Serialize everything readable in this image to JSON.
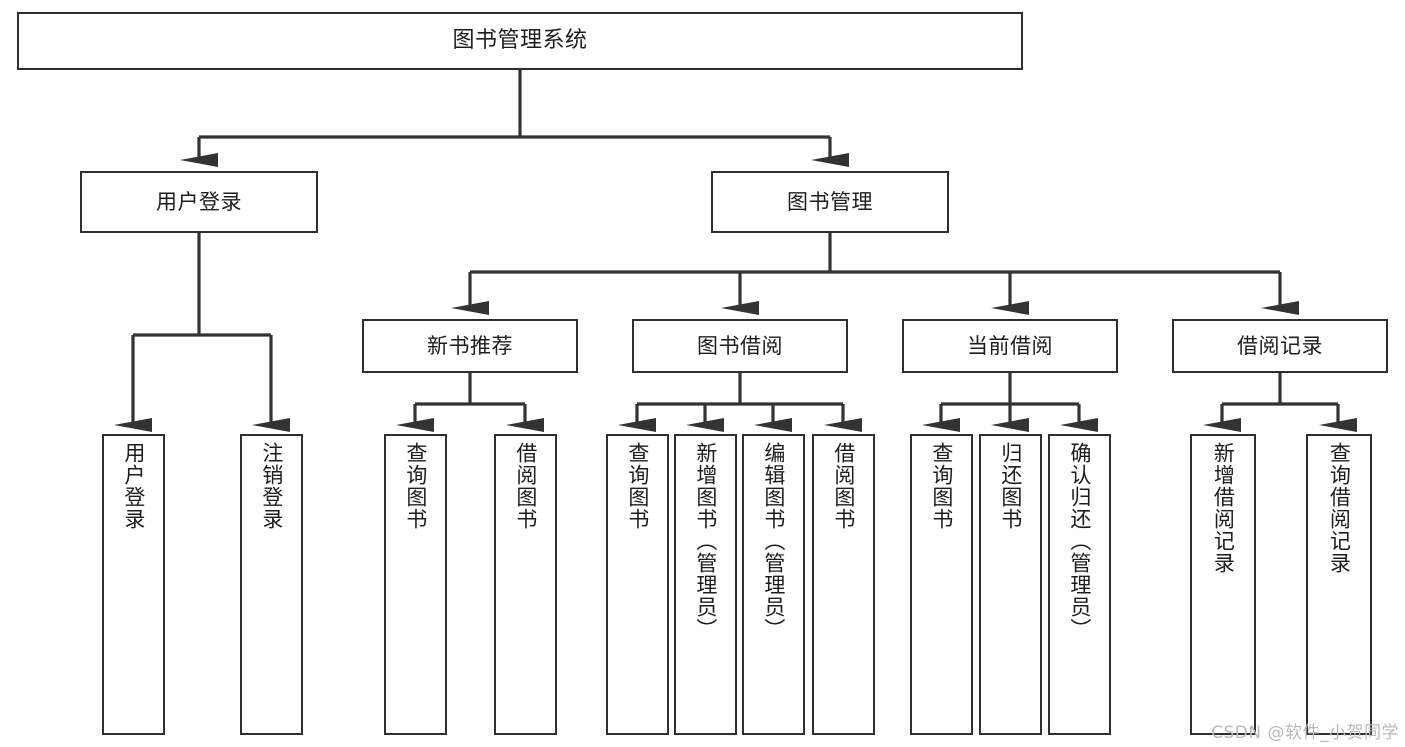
{
  "diagram": {
    "title": "图书管理系统",
    "type": "tree",
    "watermark": "CSDN @软件_小贺同学",
    "colors": {
      "background": "#ffffff",
      "box_stroke": "#2f2f2f",
      "box_fill": "#ffffff",
      "edge_stroke": "#333333",
      "text": "#1d1d1d",
      "watermark": "#b9b9b9"
    },
    "nodes": {
      "root": {
        "label": "图书管理系统"
      },
      "level2": [
        {
          "label": "用户登录"
        },
        {
          "label": "图书管理"
        }
      ],
      "level3": [
        {
          "label": "新书推荐"
        },
        {
          "label": "图书借阅"
        },
        {
          "label": "当前借阅"
        },
        {
          "label": "借阅记录"
        }
      ],
      "leaves": {
        "user_login": [
          {
            "label": "用户登录"
          },
          {
            "label": "注销登录"
          }
        ],
        "new_book_recommend": [
          {
            "label": "查询图书"
          },
          {
            "label": "借阅图书"
          }
        ],
        "book_borrow": [
          {
            "label": "查询图书"
          },
          {
            "label": "新增图书（管理员）"
          },
          {
            "label": "编辑图书（管理员）"
          },
          {
            "label": "借阅图书"
          }
        ],
        "current_borrow": [
          {
            "label": "查询图书"
          },
          {
            "label": "归还图书"
          },
          {
            "label": "确认归还（管理员）"
          }
        ],
        "borrow_records": [
          {
            "label": "新增借阅记录"
          },
          {
            "label": "查询借阅记录"
          }
        ]
      }
    }
  }
}
